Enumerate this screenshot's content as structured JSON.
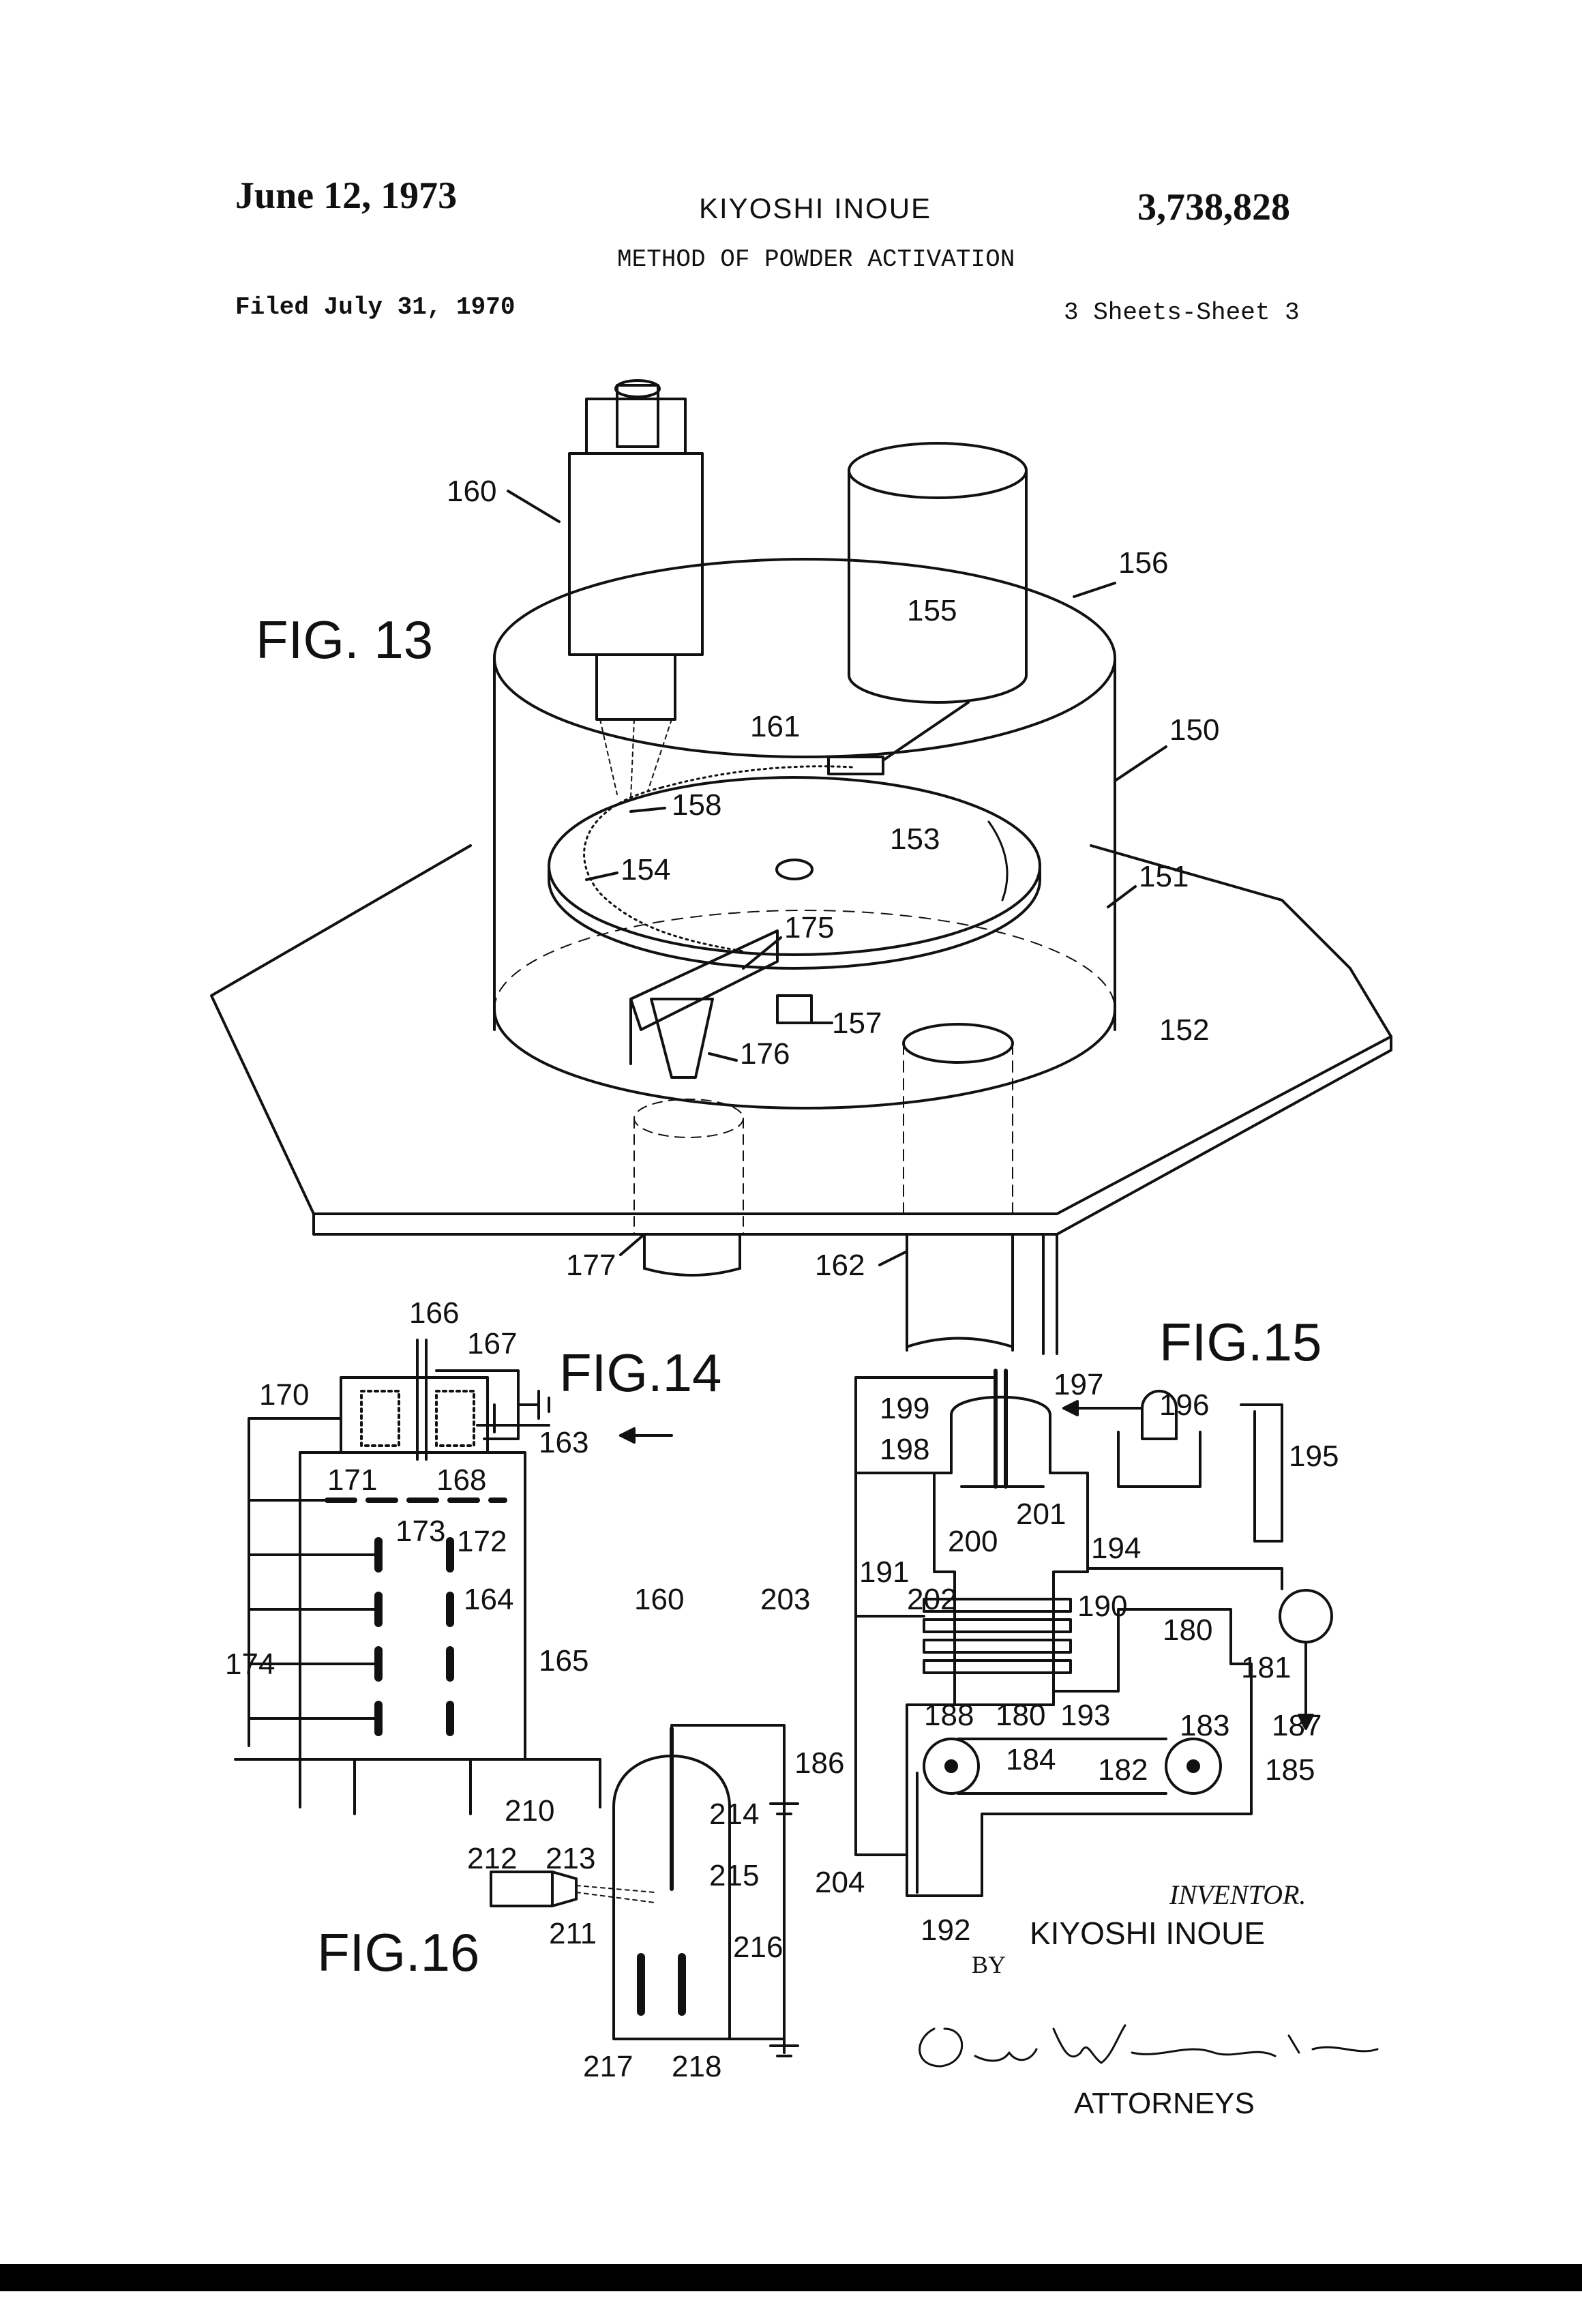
{
  "header": {
    "date": "June 12, 1973",
    "inventor_name": "KIYOSHI INOUE",
    "patent_number": "3,738,828",
    "title": "METHOD OF POWDER ACTIVATION",
    "filed": "Filed July 31, 1970",
    "sheets": "3 Sheets-Sheet 3"
  },
  "figures": {
    "fig13": {
      "label": "FIG. 13",
      "refs": [
        "160",
        "155",
        "156",
        "161",
        "150",
        "158",
        "153",
        "154",
        "151",
        "175",
        "157",
        "176",
        "152",
        "177",
        "162"
      ]
    },
    "fig14": {
      "label": "FIG.14",
      "refs": [
        "166",
        "167",
        "170",
        "163",
        "171",
        "168",
        "173",
        "172",
        "164",
        "160",
        "174",
        "165"
      ]
    },
    "fig15": {
      "label": "FIG.15",
      "refs": [
        "199",
        "197",
        "196",
        "195",
        "198",
        "201",
        "200",
        "194",
        "191",
        "203",
        "202",
        "190",
        "180",
        "181",
        "188",
        "193",
        "183",
        "187",
        "186",
        "184",
        "182",
        "185",
        "204",
        "192"
      ]
    },
    "fig16": {
      "label": "FIG.16",
      "refs": [
        "210",
        "214",
        "212",
        "213",
        "215",
        "211",
        "216",
        "217",
        "218"
      ]
    }
  },
  "signature": {
    "inventor_caption": "INVENTOR.",
    "inventor": "KIYOSHI INOUE",
    "by": "BY",
    "signature_text": "Owen, Wickersham & Erickson",
    "attorneys": "ATTORNEYS"
  }
}
